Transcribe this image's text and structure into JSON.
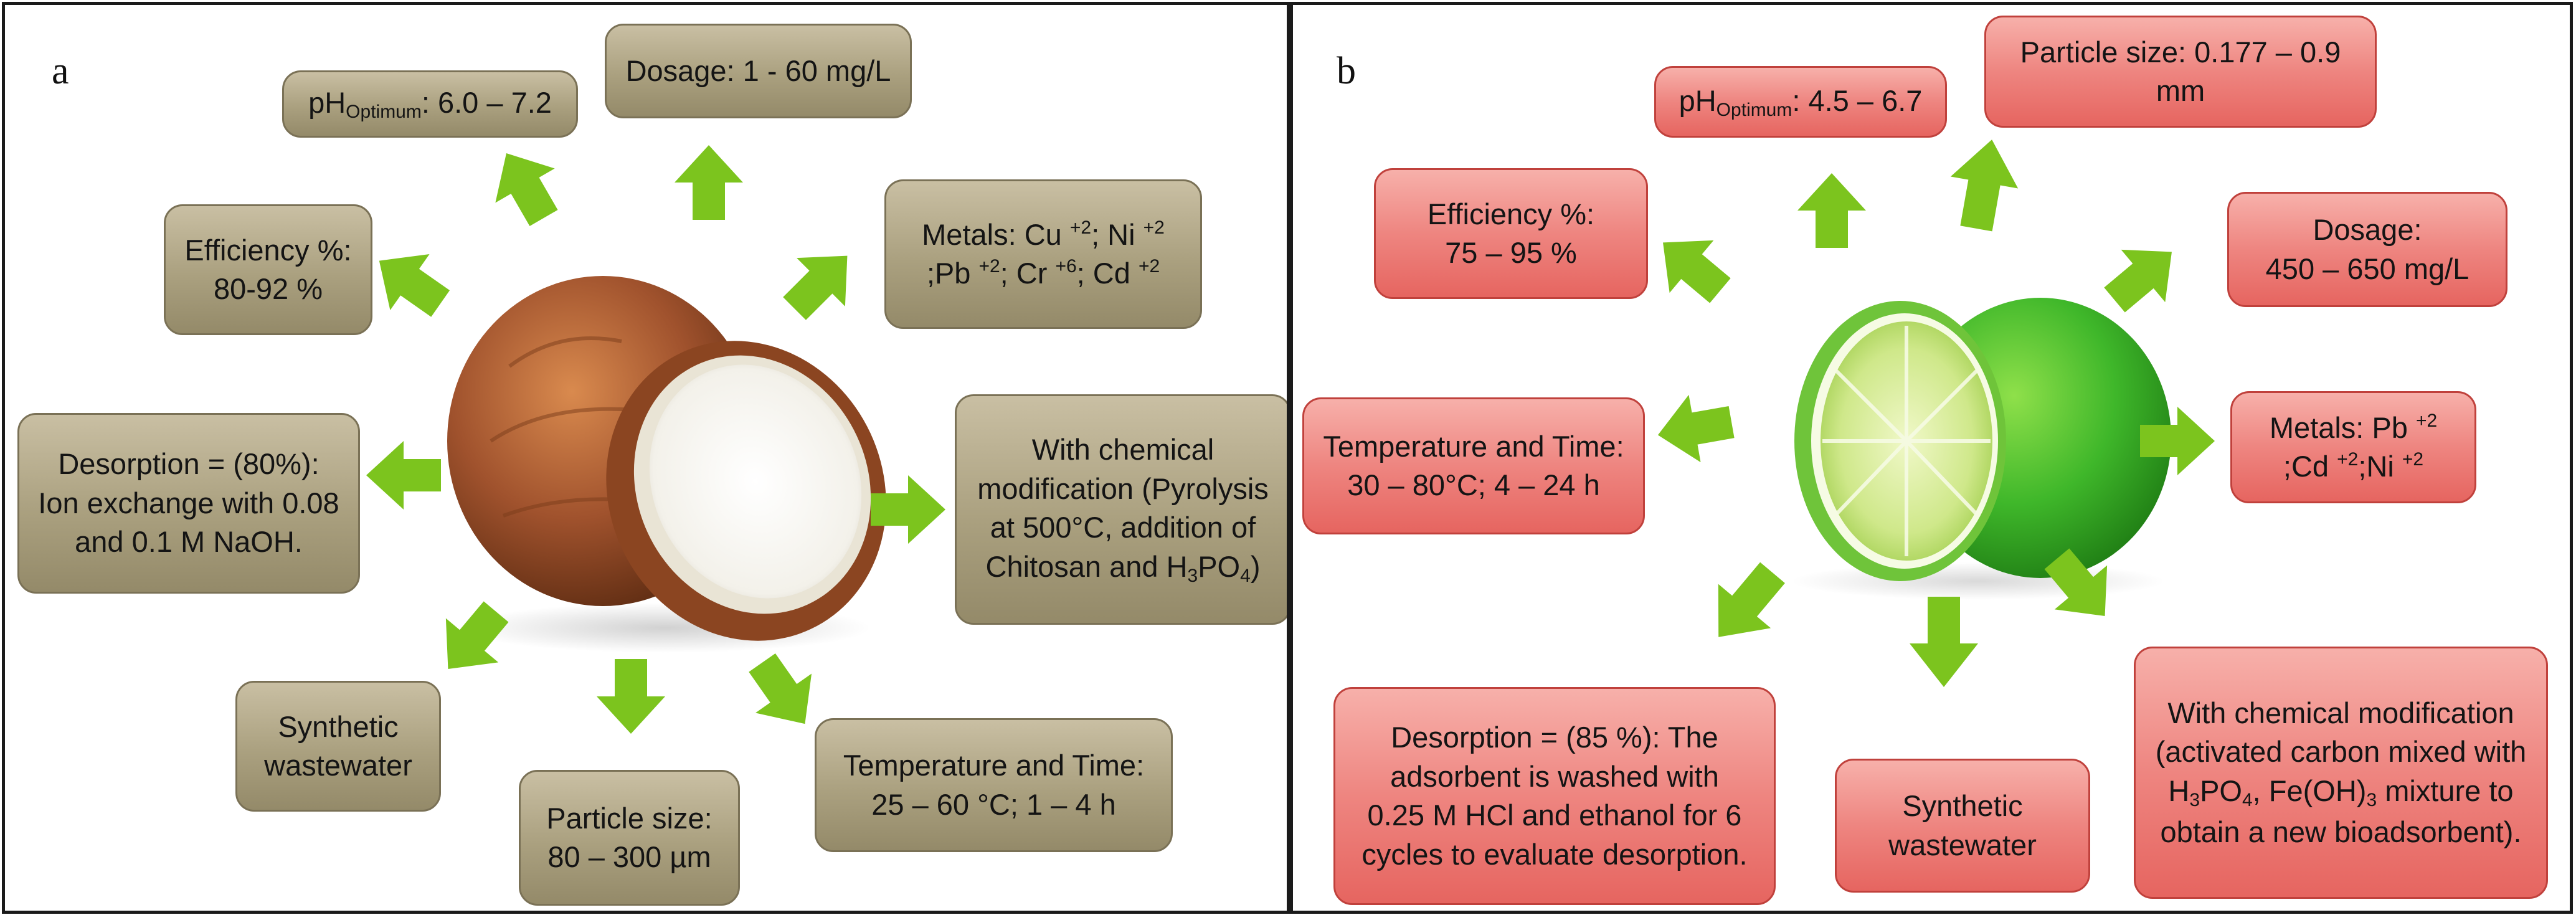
{
  "panel_a": {
    "letter": "a",
    "ph": {
      "prefix": "pH",
      "sub": "Optimum",
      "value": ": 6.0 – 7.2"
    },
    "dosage": "Dosage: 1 - 60 mg/L",
    "efficiency": {
      "line1": "Efficiency %:",
      "line2": "80-92 %"
    },
    "metals": {
      "line1_parts": [
        "Metals: Cu ",
        "+2",
        "; Ni ",
        "+2"
      ],
      "line2_parts": [
        ";Pb ",
        "+2",
        "; Cr ",
        "+6",
        "; Cd ",
        "+2"
      ]
    },
    "desorption": {
      "line1": "Desorption = (80%):",
      "line2": "Ion exchange with 0.08",
      "line3": "and 0.1 M NaOH."
    },
    "modification": {
      "line1": "With chemical",
      "line2": "modification (Pyrolysis",
      "line3": "at 500°C, addition of",
      "line4_parts": [
        "Chitosan and H",
        "3",
        "PO",
        "4",
        ")"
      ]
    },
    "wastewater": {
      "line1": "Synthetic",
      "line2": "wastewater"
    },
    "particle": {
      "line1": "Particle size:",
      "line2": "80 – 300 µm"
    },
    "temperature": {
      "line1": "Temperature and Time:",
      "line2": "25 – 60 °C; 1 – 4 h"
    }
  },
  "panel_b": {
    "letter": "b",
    "ph": {
      "prefix": "pH",
      "sub": "Optimum",
      "value": ": 4.5 – 6.7"
    },
    "particle": "Particle size: 0.177 – 0.9 mm",
    "efficiency": {
      "line1": "Efficiency %:",
      "line2": "75 – 95 %"
    },
    "dosage": {
      "line1": "Dosage:",
      "line2": "450 – 650 mg/L"
    },
    "temperature": {
      "line1": "Temperature and Time:",
      "line2": "30 – 80°C; 4 – 24 h"
    },
    "metals": {
      "line1_parts": [
        "Metals: Pb ",
        "+2"
      ],
      "line2_parts": [
        ";Cd ",
        "+2",
        ";Ni ",
        "+2"
      ]
    },
    "desorption": {
      "line1": "Desorption = (85 %): The",
      "line2": "adsorbent is washed with",
      "line3": "0.25 M HCl and ethanol for 6",
      "line4": "cycles to evaluate desorption."
    },
    "wastewater": {
      "line1": "Synthetic",
      "line2": "wastewater"
    },
    "modification": {
      "line1": "With chemical modification",
      "line2": "(activated carbon mixed with",
      "line3_parts": [
        "H",
        "3",
        "PO",
        "4",
        ", Fe(OH)",
        "3",
        " mixture to"
      ],
      "line4": "obtain a new bioadsorbent)."
    }
  },
  "colors": {
    "arrow_green": "#7cc41e",
    "tan_box": "#aaa07f",
    "red_box": "#ee8580",
    "coconut_husk": "#a0522d",
    "coconut_flesh": "#fbfbf8",
    "lime_green": "#3fb72a",
    "lime_flesh": "#cfe88a"
  }
}
